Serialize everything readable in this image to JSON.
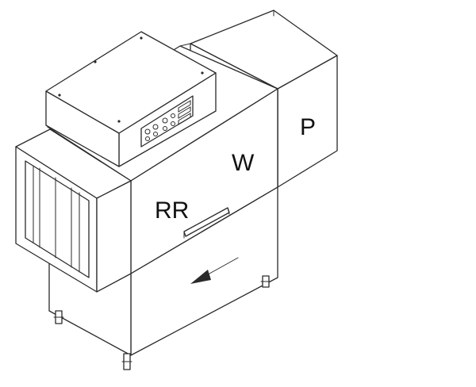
{
  "diagram": {
    "zones": {
      "prerinse_label": "RR",
      "wash_label": "W",
      "final_rinse_label": "P"
    },
    "flow_direction": "right-to-left",
    "line_color": "#2a2a2a",
    "background_color": "#ffffff",
    "icons": {
      "control_panel": "control-panel-icon",
      "flow_arrow": "arrow-left-icon",
      "door_handle": "handle-icon"
    }
  }
}
